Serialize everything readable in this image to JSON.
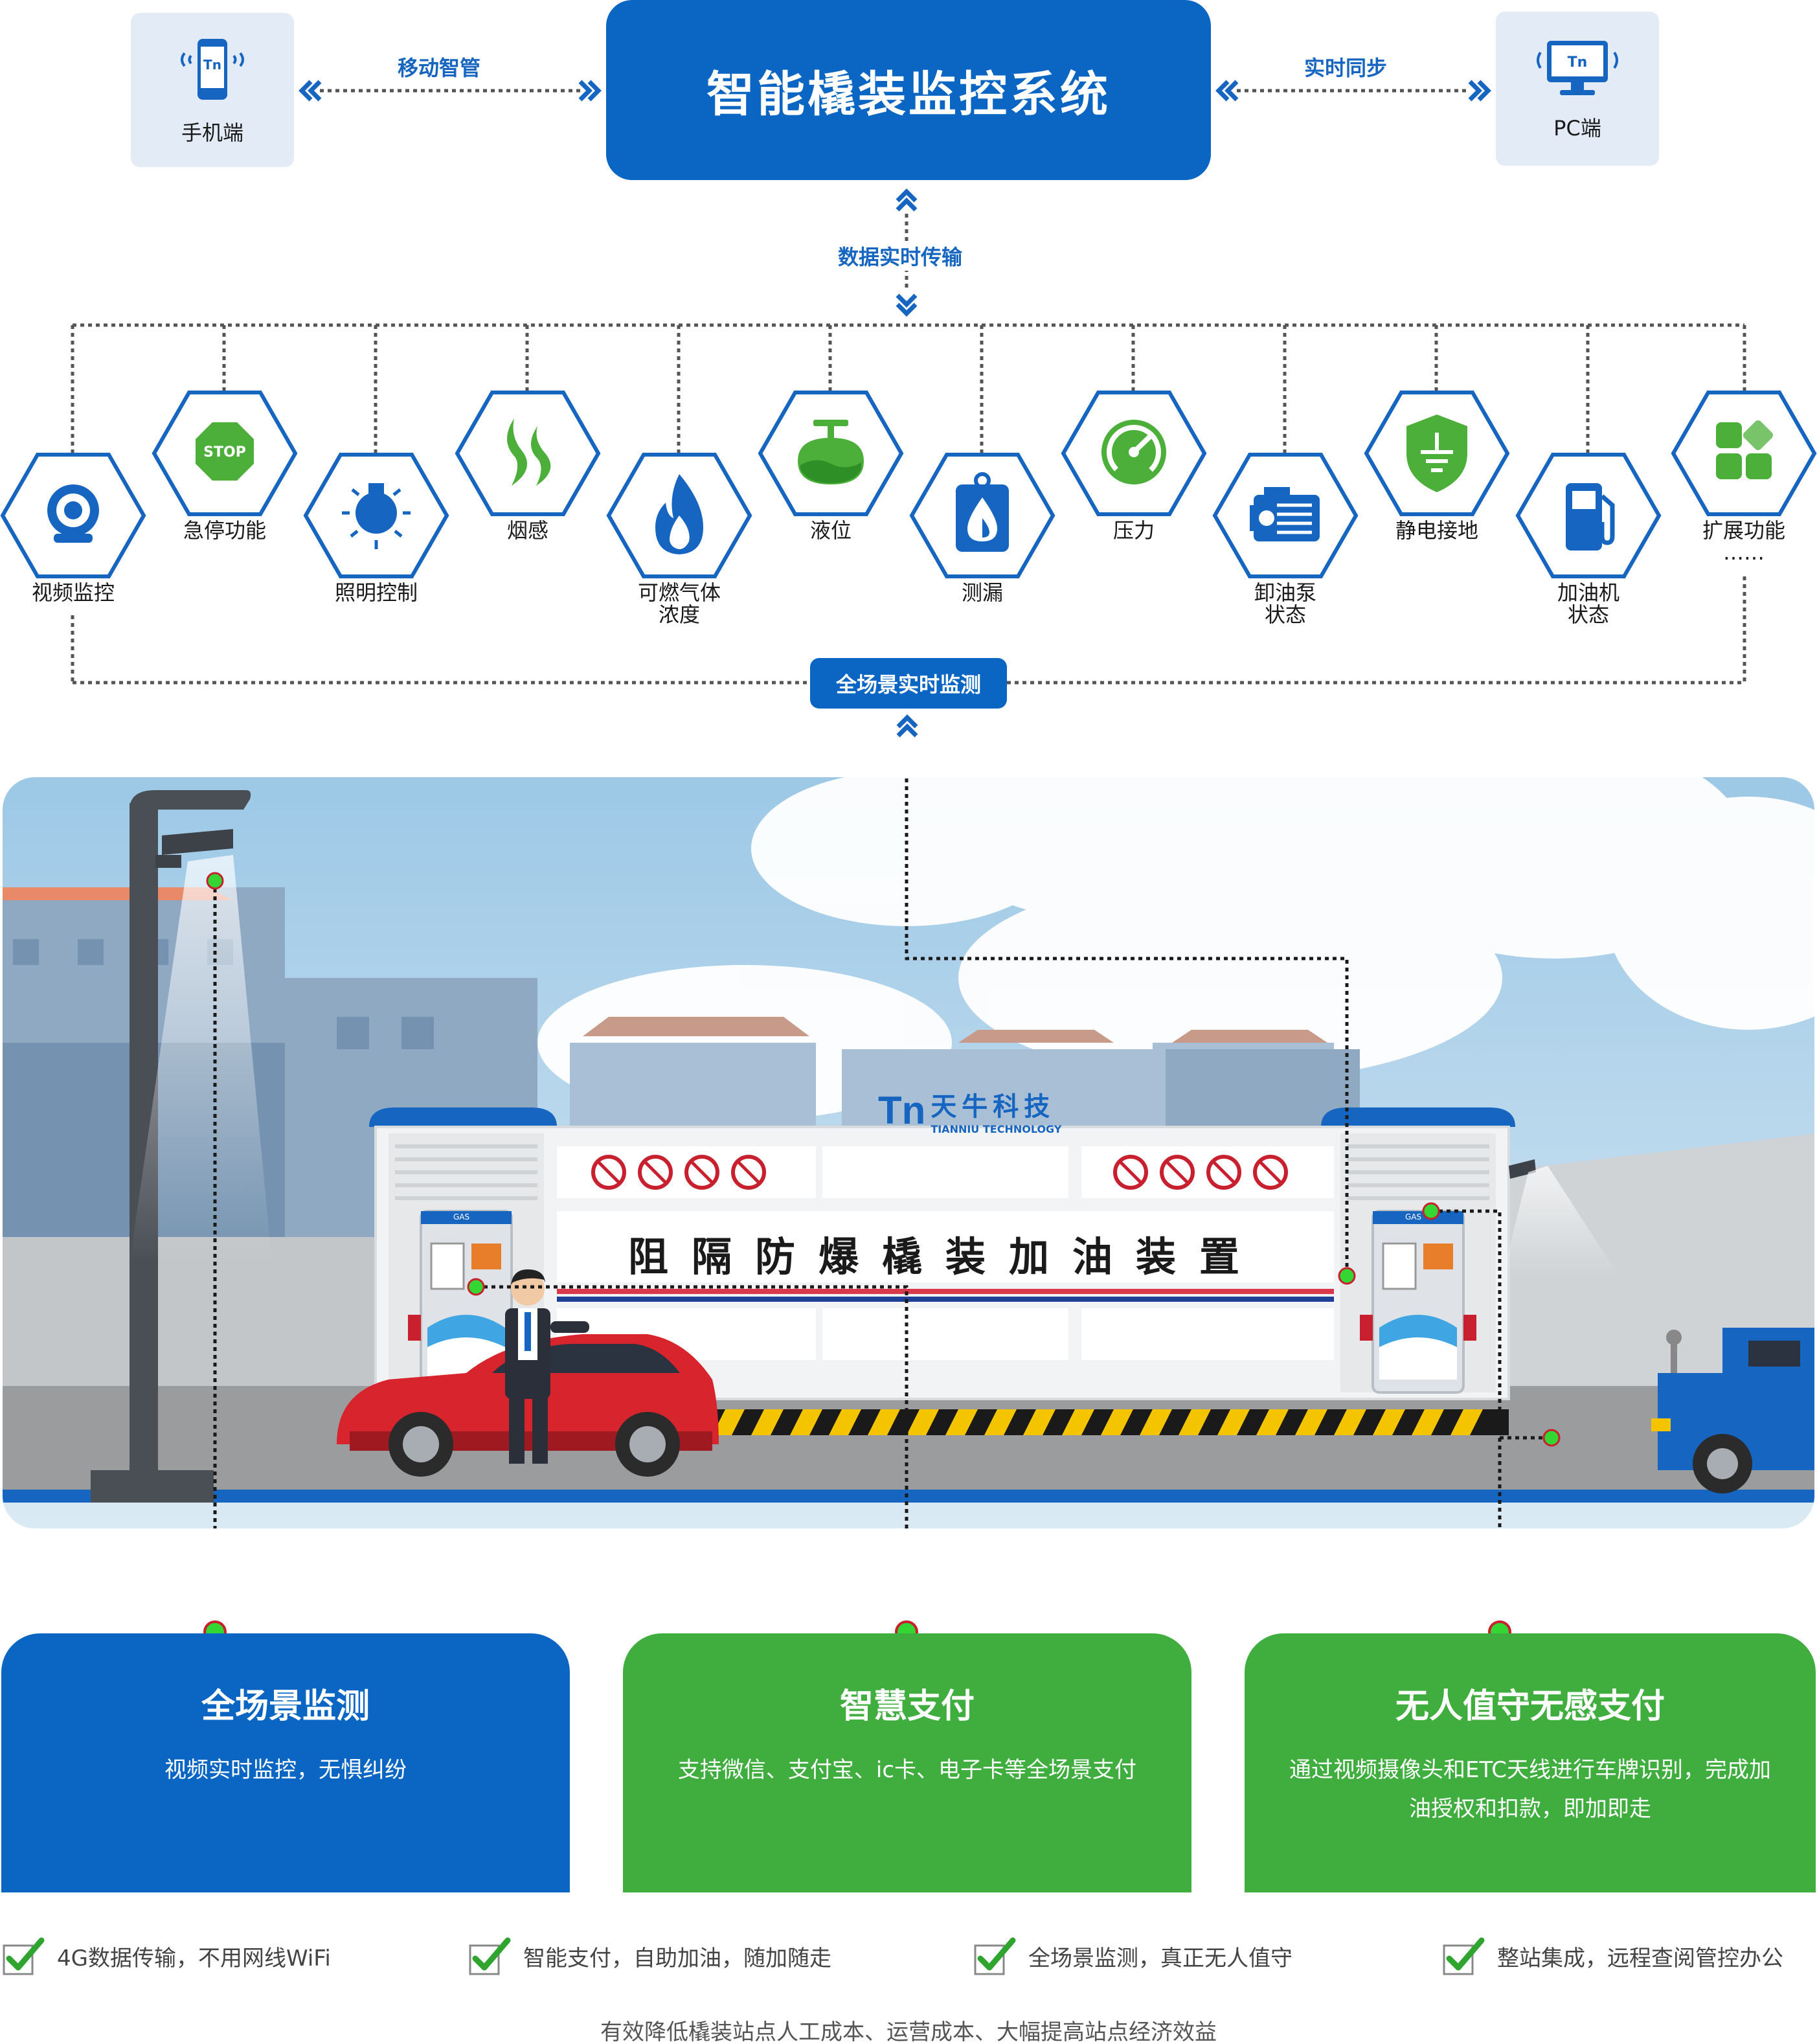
{
  "header": {
    "title": "智能橇装监控系统",
    "mobile_label": "手机端",
    "pc_label": "PC端",
    "mobile_link": "移动智管",
    "pc_link": "实时同步",
    "data_link": "数据实时传输",
    "device_logo": "Tn"
  },
  "features": [
    {
      "label": "视频监控",
      "icon": "camera-icon"
    },
    {
      "label": "急停功能",
      "icon": "stop-icon",
      "stop_text": "STOP"
    },
    {
      "label": "照明控制",
      "icon": "bulb-icon"
    },
    {
      "label": "烟感",
      "icon": "smoke-icon"
    },
    {
      "label": "可燃气体\n浓度",
      "icon": "flame-icon"
    },
    {
      "label": "液位",
      "icon": "tank-icon"
    },
    {
      "label": "测漏",
      "icon": "leak-icon"
    },
    {
      "label": "压力",
      "icon": "gauge-icon"
    },
    {
      "label": "卸油泵\n状态",
      "icon": "pump-icon"
    },
    {
      "label": "静电接地",
      "icon": "ground-icon"
    },
    {
      "label": "加油机\n状态",
      "icon": "fuel-icon"
    },
    {
      "label": "扩展功能\n……",
      "icon": "extend-icon"
    }
  ],
  "monitor_pill": "全场景实时监测",
  "scene": {
    "brand_cn": "天牛科技",
    "brand_en": "TIANNIU TECHNOLOGY",
    "brand_logo": "Tn",
    "banner": "阻隔防爆橇装加油装置",
    "pump_label": "GAS"
  },
  "cards": [
    {
      "title": "全场景监测",
      "desc": "视频实时监控，无惧纠纷",
      "color": "#0a66c2"
    },
    {
      "title": "智慧支付",
      "desc": "支持微信、支付宝、ic卡、电子卡等全场景支付",
      "color": "#3fae3f"
    },
    {
      "title": "无人值守无感支付",
      "desc": "通过视频摄像头和ETC天线进行车牌识别，完成加油授权和扣款，即加即走",
      "color": "#3fae3f"
    }
  ],
  "checks": [
    "4G数据传输，不用网线WiFi",
    "智能支付，自助加油，随加随走",
    "全场景监测，真正无人值守",
    "整站集成，远程查阅管控办公"
  ],
  "footer": "有效降低橇装站点人工成本、运营成本、大幅提高站点经济效益",
  "colors": {
    "brand_blue": "#0a66c2",
    "green": "#3fae3f",
    "icon_blue": "#1665c0",
    "icon_green": "#4caf3a"
  }
}
